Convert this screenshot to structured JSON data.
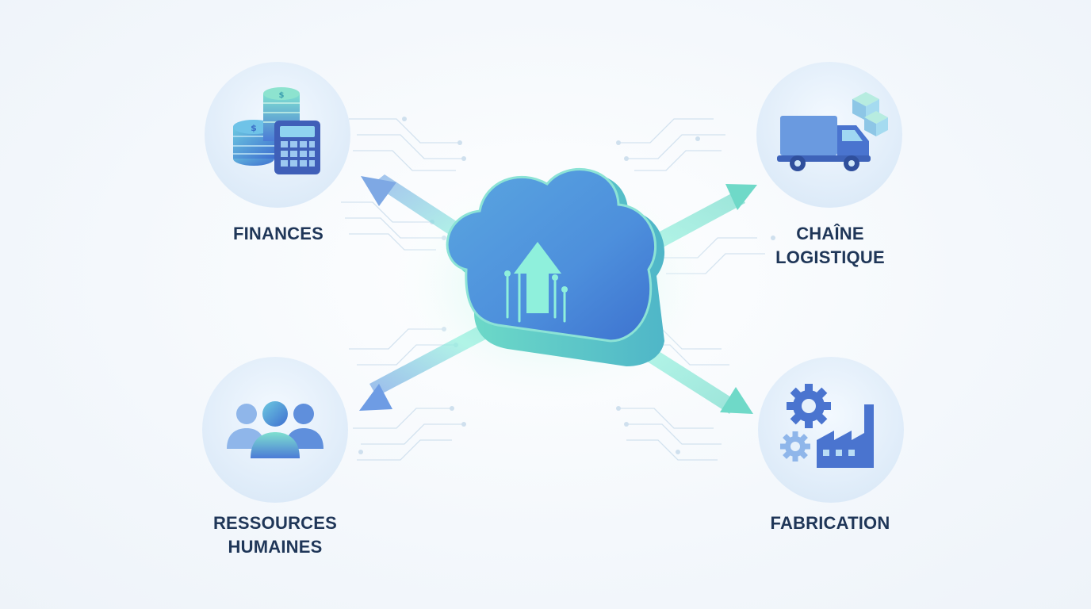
{
  "nodes": {
    "finances": {
      "label": "FINANCES",
      "icon": "coins-calculator-icon"
    },
    "supply_chain": {
      "label_line1": "CHAÎNE",
      "label_line2": "LOGISTIQUE",
      "icon": "delivery-truck-icon"
    },
    "human_resources": {
      "label_line1": "RESSOURCES",
      "label_line2": "HUMAINES",
      "icon": "people-group-icon"
    },
    "manufacturing": {
      "label": "FABRICATION",
      "icon": "factory-gears-icon"
    }
  },
  "center": {
    "icon": "cloud-upload-icon"
  },
  "colors": {
    "label": "#1f3658",
    "accent_blue": "#4f86d9",
    "accent_teal": "#5fd6c2",
    "circle_fill": "#e6f1fb"
  }
}
